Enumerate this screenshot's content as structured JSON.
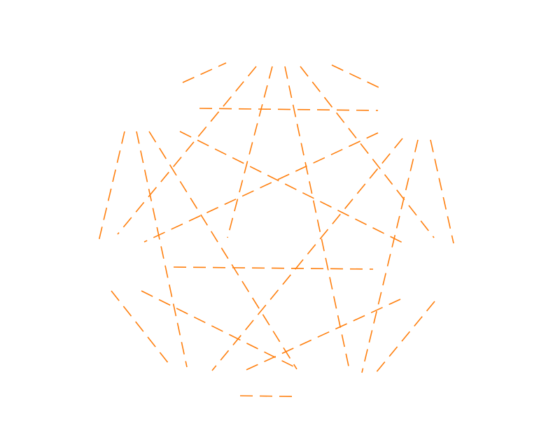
{
  "diagram": {
    "kind": "dashed-line-star-pattern",
    "stroke_color": "#ff7f0e",
    "background_color": "#ffffff",
    "line_style": "dashed",
    "segment_count": 30
  }
}
